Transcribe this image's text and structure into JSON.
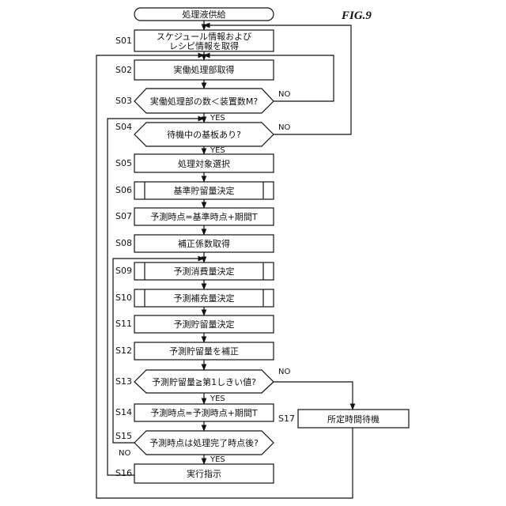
{
  "figure": {
    "title": "FIG.9"
  },
  "nodes": [
    {
      "id": "start",
      "label": "",
      "text": "処理液供給",
      "shape": "terminal"
    },
    {
      "id": "S01",
      "label": "S01",
      "text": "スケジュール情報および",
      "text2": "レシピ情報を取得",
      "shape": "process"
    },
    {
      "id": "S02",
      "label": "S02",
      "text": "実働処理部取得",
      "shape": "process"
    },
    {
      "id": "S03",
      "label": "S03",
      "text": "実働処理部の数＜装置数M?",
      "shape": "decision"
    },
    {
      "id": "S04",
      "label": "S04",
      "text": "待機中の基板あり?",
      "shape": "decision"
    },
    {
      "id": "S05",
      "label": "S05",
      "text": "処理対象選択",
      "shape": "process"
    },
    {
      "id": "S06",
      "label": "S06",
      "text": "基準貯留量決定",
      "shape": "subroutine"
    },
    {
      "id": "S07",
      "label": "S07",
      "text": "予測時点=基準時点+期間T",
      "shape": "process"
    },
    {
      "id": "S08",
      "label": "S08",
      "text": "補正係数取得",
      "shape": "process"
    },
    {
      "id": "S09",
      "label": "S09",
      "text": "予測消費量決定",
      "shape": "subroutine"
    },
    {
      "id": "S10",
      "label": "S10",
      "text": "予測補充量決定",
      "shape": "subroutine"
    },
    {
      "id": "S11",
      "label": "S11",
      "text": "予測貯留量決定",
      "shape": "process"
    },
    {
      "id": "S12",
      "label": "S12",
      "text": "予測貯留量を補正",
      "shape": "process"
    },
    {
      "id": "S13",
      "label": "S13",
      "text": "予測貯留量≧第1しきい値?",
      "shape": "decision"
    },
    {
      "id": "S14",
      "label": "S14",
      "text": "予測時点=予測時点+期間T",
      "shape": "process"
    },
    {
      "id": "S15",
      "label": "S15",
      "text": "予測時点は処理完了時点後?",
      "shape": "decision"
    },
    {
      "id": "S16",
      "label": "S16",
      "text": "実行指示",
      "shape": "process"
    },
    {
      "id": "S17",
      "label": "S17",
      "text": "所定時間待機",
      "shape": "process"
    }
  ],
  "branch_labels": {
    "S03_yes": "YES",
    "S03_no": "NO",
    "S04_yes": "YES",
    "S04_no": "NO",
    "S13_yes": "YES",
    "S13_no": "NO",
    "S15_yes": "YES",
    "S15_no": "NO"
  }
}
